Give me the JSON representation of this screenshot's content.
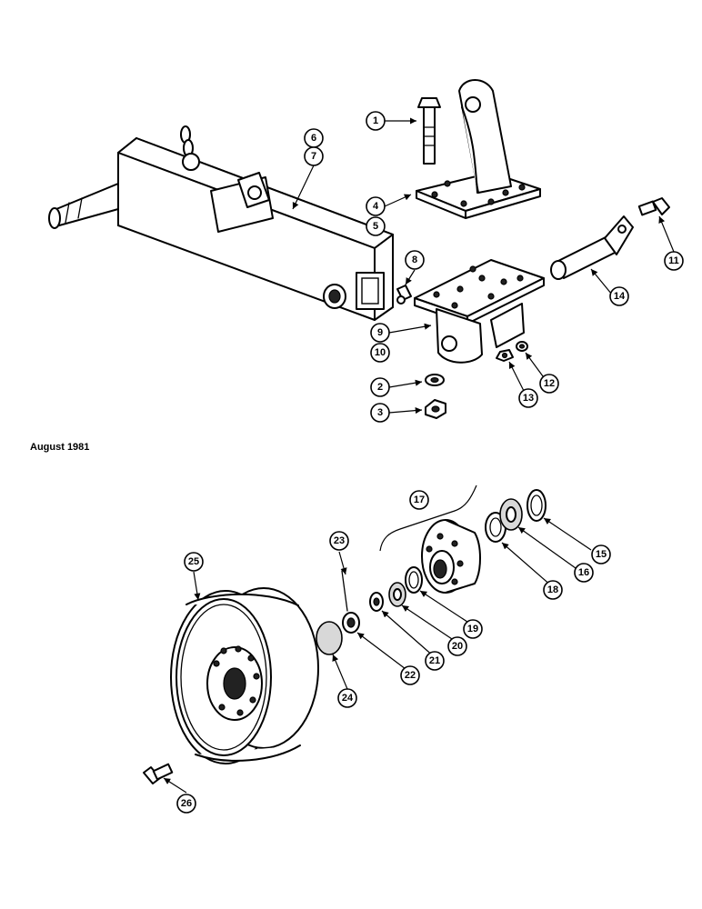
{
  "date_label": "August 1981",
  "callouts": [
    "1",
    "2",
    "3",
    "4",
    "5",
    "6",
    "7",
    "8",
    "9",
    "10",
    "11",
    "12",
    "13",
    "14",
    "15",
    "16",
    "17",
    "18",
    "19",
    "20",
    "21",
    "22",
    "23",
    "24",
    "25",
    "26"
  ]
}
